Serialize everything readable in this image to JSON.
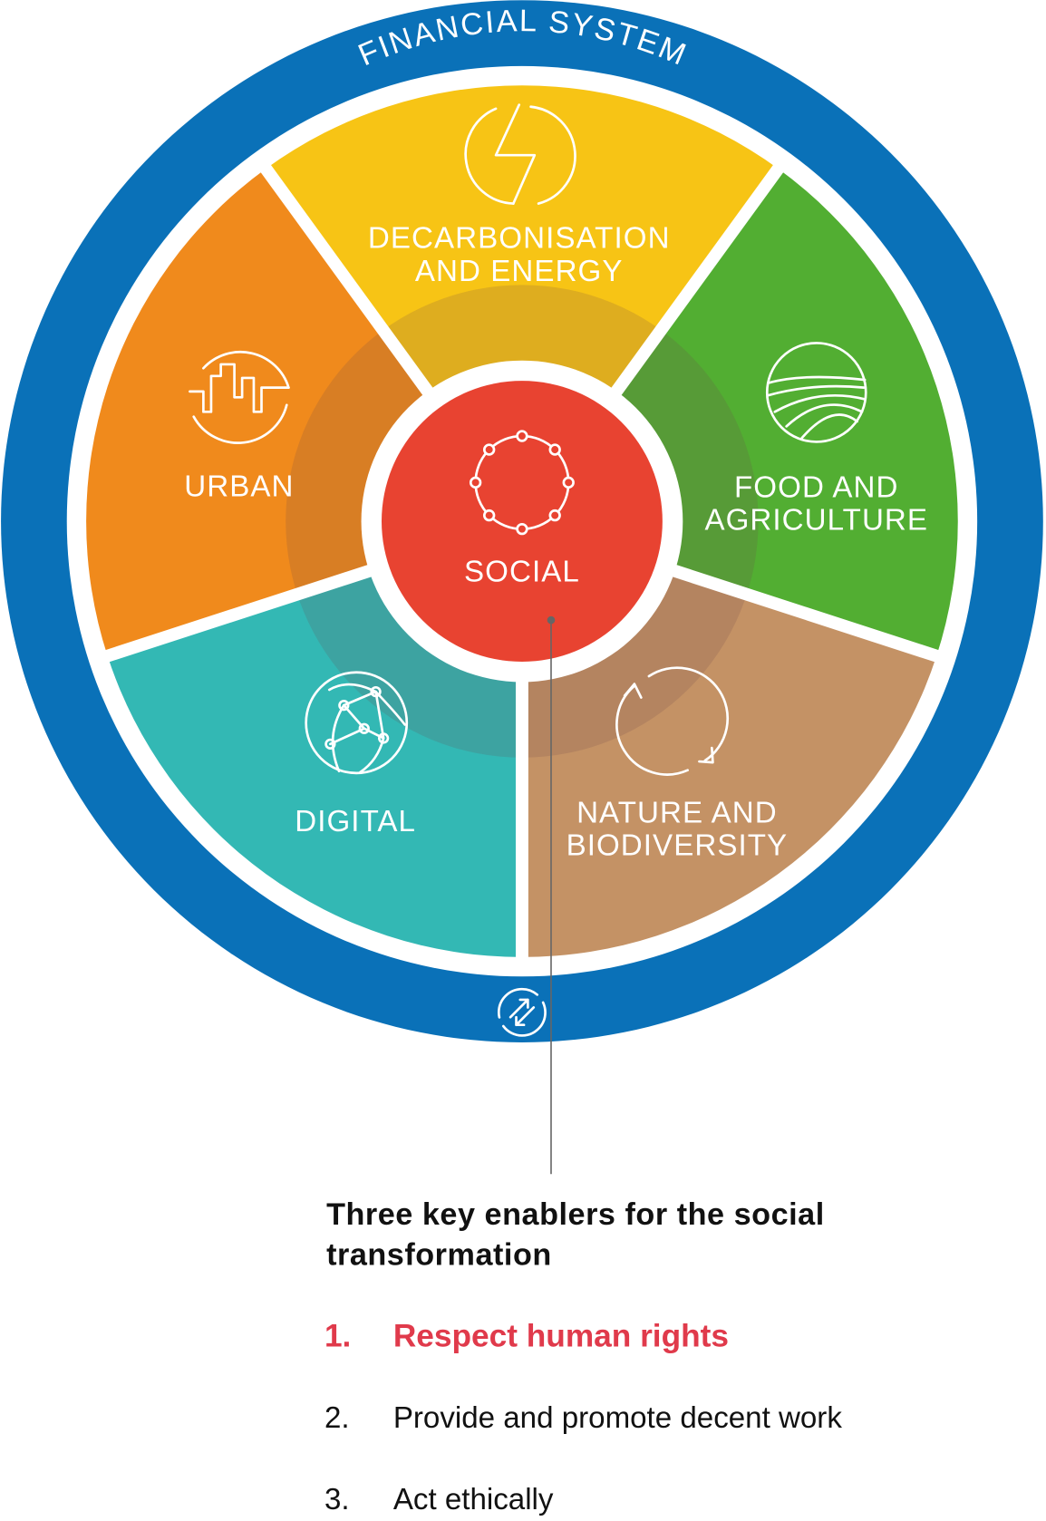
{
  "ring": {
    "label": "FINANCIAL SYSTEM",
    "color": "#0a71b8",
    "icon": "exchange-arrows-icon"
  },
  "center": {
    "label": "SOCIAL",
    "color": "#e84331",
    "icon": "circle-of-people-icon"
  },
  "segments": [
    {
      "line1": "DECARBONISATION",
      "line2": "AND ENERGY",
      "color": "#f7c415",
      "icon": "lightning-bolt-icon"
    },
    {
      "line1": "FOOD AND",
      "line2": "AGRICULTURE",
      "color": "#52ae32",
      "icon": "fields-icon"
    },
    {
      "line1": "NATURE AND",
      "line2": "BIODIVERSITY",
      "color": "#c49265",
      "icon": "cycle-arrows-icon"
    },
    {
      "line1": "DIGITAL",
      "line2": "",
      "color": "#33b8b4",
      "icon": "network-globe-icon"
    },
    {
      "line1": "URBAN",
      "line2": "",
      "color": "#f08a1c",
      "icon": "city-skyline-icon"
    }
  ],
  "callout": {
    "title_line1": "Three key enablers for the social",
    "title_line2": "transformation",
    "items": [
      {
        "num": "1.",
        "text": "Respect human rights",
        "highlight": true,
        "color": "#e03a4b"
      },
      {
        "num": "2.",
        "text": "Provide and promote decent work",
        "highlight": false
      },
      {
        "num": "3.",
        "text": "Act ethically",
        "highlight": false
      }
    ]
  }
}
